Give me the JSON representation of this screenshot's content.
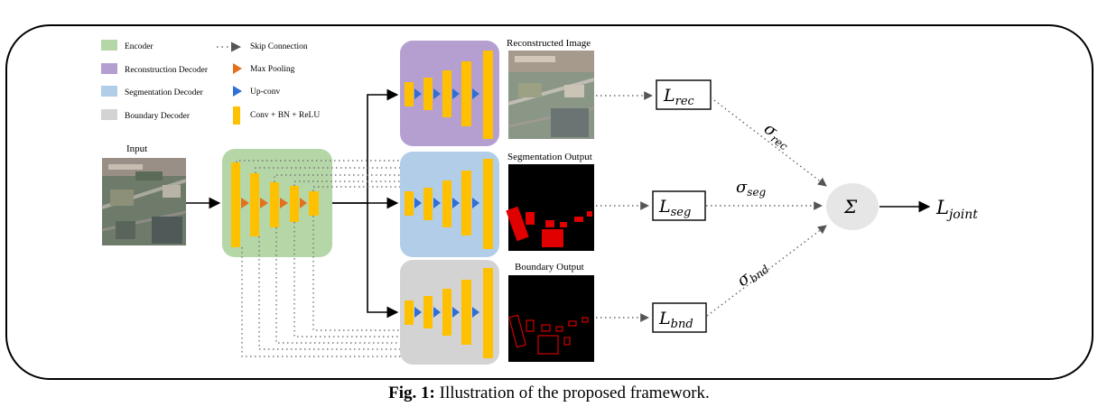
{
  "legend": {
    "encoder": "Encoder",
    "reconstruction_decoder": "Reconstruction Decoder",
    "segmentation_decoder": "Segmentation Decoder",
    "boundary_decoder": "Boundary Decoder",
    "skip_connection": "Skip Connection",
    "max_pooling": "Max Pooling",
    "up_conv": "Up-conv",
    "conv_bn_relu": "Conv + BN + ReLU"
  },
  "labels": {
    "input": "Input",
    "reconstructed_image": "Reconstructed Image",
    "segmentation_output": "Segmentation Output",
    "boundary_output": "Boundary Output"
  },
  "losses": {
    "rec": {
      "main": "L",
      "sub": "rec"
    },
    "seg": {
      "main": "L",
      "sub": "seg"
    },
    "bnd": {
      "main": "L",
      "sub": "bnd"
    },
    "joint": {
      "main": "L",
      "sub": "joint"
    },
    "sum_symbol": "Σ"
  },
  "sigmas": {
    "rec": {
      "main": "σ",
      "sub": "rec"
    },
    "seg": {
      "main": "σ",
      "sub": "seg"
    },
    "bnd": {
      "main": "σ",
      "sub": "bnd"
    }
  },
  "caption": {
    "prefix": "Fig. 1:",
    "text": " Illustration of the proposed framework."
  },
  "colors": {
    "encoder": "#b5d6a7",
    "reconstruction": "#b49fd0",
    "segmentation": "#b1cde8",
    "boundary": "#d3d3d3",
    "block": "#ffc000",
    "pool": "#e2711d",
    "upconv": "#2f6fd6",
    "sum_circle": "#e6e6e6"
  }
}
